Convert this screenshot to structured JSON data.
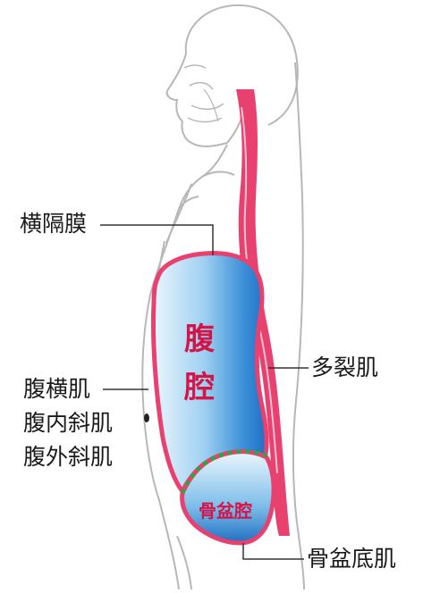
{
  "labels": {
    "diaphragm": "横隔膜",
    "multifidus": "多裂肌",
    "transversus_abdominis": "腹横肌",
    "internal_oblique": "腹内斜肌",
    "external_oblique": "腹外斜肌",
    "pelvic_floor": "骨盆底肌"
  },
  "regions": {
    "abdominal_cavity_char1": "腹",
    "abdominal_cavity_char2": "腔",
    "pelvic_cavity": "骨盆腔"
  },
  "colors": {
    "muscle_pink": "#e8406f",
    "cavity_blue_light": "#dff0fb",
    "cavity_blue_dark": "#1f73c6",
    "region_text": "#d3154a",
    "pelvic_floor_dotted": "#1fae3a",
    "outline_gray": "#b7b7b7",
    "leader_line": "#333333"
  }
}
